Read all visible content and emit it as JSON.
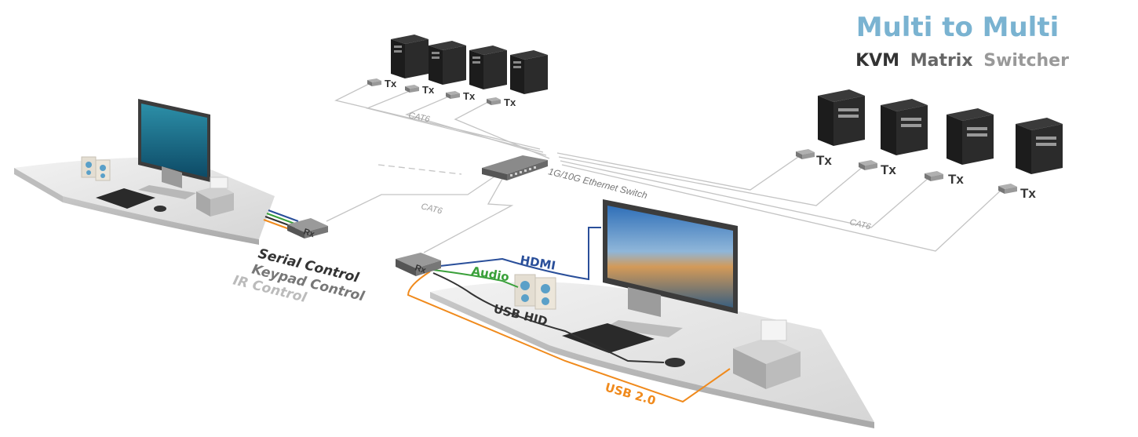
{
  "title": {
    "main": "Multi to Multi",
    "sub_words": [
      {
        "text": "KVM",
        "color": "#333333"
      },
      {
        "text": "Matrix",
        "color": "#666666"
      },
      {
        "text": "Switcher",
        "color": "#999999"
      }
    ],
    "main_color": "#7ab3d1"
  },
  "switch": {
    "label": "1G/10G Ethernet Switch"
  },
  "transmitters": {
    "top": [
      "Tx",
      "Tx",
      "Tx",
      "Tx"
    ],
    "right": [
      "Tx",
      "Tx",
      "Tx",
      "Tx"
    ]
  },
  "cables": {
    "cat_labels": [
      "CAT6",
      "CAT6",
      "CAT6"
    ]
  },
  "receivers": [
    "Rx",
    "Rx"
  ],
  "controls": [
    {
      "text": "Serial Control",
      "color": "#333333"
    },
    {
      "text": "Keypad Control",
      "color": "#777777"
    },
    {
      "text": "IR Control",
      "color": "#bbbbbb"
    }
  ],
  "signals": {
    "hdmi": {
      "text": "HDMI",
      "color": "#2a4f9a"
    },
    "audio": {
      "text": "Audio",
      "color": "#3aa03a"
    },
    "usb_hid": {
      "text": "USB HID",
      "color": "#333333"
    },
    "usb2": {
      "text": "USB 2.0",
      "color": "#f08a1c"
    }
  },
  "icons": [
    "computer-tower-icon",
    "monitor-icon",
    "speaker-icon",
    "keyboard-icon",
    "mouse-icon",
    "printer-icon",
    "network-switch-icon"
  ]
}
